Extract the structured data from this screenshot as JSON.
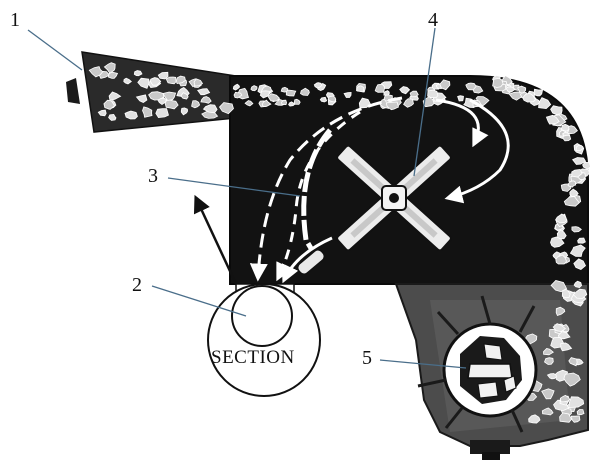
{
  "colors": {
    "body": "#121212",
    "hopper_dark": "#2e2e2e",
    "stone_fill": "#d8d8d8",
    "stone_stroke": "#ffffff",
    "leader": "#4a6e8a",
    "arrow": "#ffffff",
    "lower_chute": "#5a5a5a"
  },
  "callouts": [
    {
      "id": "feed-inlet",
      "label": "1"
    },
    {
      "id": "pipe-section",
      "label": "2"
    },
    {
      "id": "trajectory",
      "label": "3"
    },
    {
      "id": "rotor",
      "label": "4"
    },
    {
      "id": "lower-rotor",
      "label": "5"
    }
  ],
  "section": {
    "label": "SECTION"
  }
}
